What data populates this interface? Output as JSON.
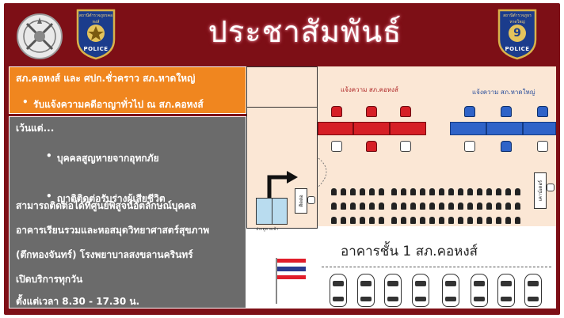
{
  "colors": {
    "background": "#7d0f16",
    "orange": "#f0861f",
    "gray": "#6b6b6b",
    "floor": "#fbe7d5",
    "red_counter": "#d61f26",
    "blue_counter": "#2f63c8"
  },
  "header": {
    "title": "ประชาสัมพันธ์",
    "badge_left_text": "สถานีตำรวจภูธรคอหงส์",
    "badge_left_label": "POLICE",
    "badge_right_text": "สถานีตำรวจภูธรหาดใหญ่",
    "badge_right_label": "POLICE",
    "badge_right_number": "9"
  },
  "notice": {
    "line1": "สภ.คอหงส์ และ ศปก.ชั่วคราว สภ.หาดใหญ่",
    "line2": "รับแจ้งความคดีอาญาทั่วไป ณ สภ.คอหงส์"
  },
  "except": {
    "heading": "เว้นแต่...",
    "bullets": [
      "บุคคลสูญหายจากอุทกภัย",
      "ญาติติดต่อรับร่างผู้เสียชีวิต"
    ],
    "lines": [
      "สามารถติดต่อได้ที่ศูนย์พิสูจน์อัตลักษณ์บุคคล",
      "อาคารเรียนรวมและหอสมุดวิทยาศาสตร์สุขภาพ",
      "(ตึกทองจันทร์) โรงพยาบาลสงขลานครินทร์",
      "เปิดบริการทุกวัน",
      "ตั้งแต่เวลา 8.30 - 17.30 น."
    ]
  },
  "floorplan": {
    "label_red": "แจ้งความ สภ.คอหงส์",
    "label_blue": "แจ้งความ สภ.หาดใหญ่",
    "door_label": "ประตูทางเข้า",
    "desk_small": "ติดต่อ",
    "desk_side": "เคาน์เตอร์",
    "building_title": "อาคารชั้น 1 สภ.คอหงส์",
    "flag_colors": [
      "#e11d2a",
      "#ffffff",
      "#2b3a8f",
      "#ffffff",
      "#e11d2a"
    ]
  }
}
